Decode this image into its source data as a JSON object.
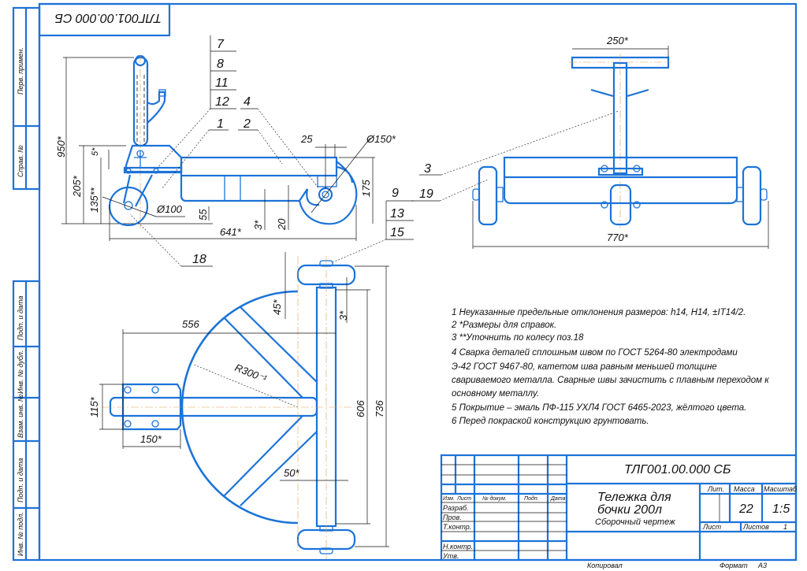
{
  "drawing": {
    "designation": "ТЛГ001.00.000 СБ",
    "designation_rotated": "ТЛГ001.00.000 СБ",
    "accent_color": "#1c73d8"
  },
  "side_strip": {
    "top": [
      "Перв. примен.",
      "Справ. №"
    ],
    "bottom": [
      "Подп. и дата",
      "Инв. № дубл.",
      "Взам. инв. №",
      "Подп. и дата",
      "Инв. № подл."
    ]
  },
  "side_view": {
    "positions": [
      "7",
      "8",
      "11",
      "12",
      "4",
      "1",
      "2",
      "9",
      "13",
      "15",
      "18"
    ],
    "dimensions": {
      "height_total": "950*",
      "height_plate": "205*",
      "height_wheel": "135**",
      "gap": "5*",
      "wheel_diameter": "Ø100",
      "clearance": "55",
      "length": "641*",
      "offset": "3*",
      "hook": "20",
      "pin": "25",
      "hook_diameter": "Ø150*",
      "frame_height": "175"
    }
  },
  "front_view": {
    "positions": [
      "3",
      "19"
    ],
    "dimensions": {
      "handle_width": "250*",
      "track_width": "770*"
    }
  },
  "top_view": {
    "dimensions": {
      "reach": "556",
      "plate_width": "115*",
      "plate_length": "150*",
      "radius": "R300⁻¹",
      "angle": "45*",
      "offset": "3*",
      "axle_length": "606",
      "overall_width": "736",
      "tube": "50*"
    }
  },
  "notes": [
    "1 Неуказанные предельные отклонения размеров: h14, H14, ±IT14/2.",
    "2  *Размеры для справок.",
    "3  **Уточнить по колесу поз.18",
    "4 Сварка деталей   сплошным швом по ГОСТ 5264-80 электродами",
    "Э-42  ГОСТ  9467-80,  катетом  шва  равным  меньшей  толщине",
    "свариваемого металла. Сварные швы зачистить с плавным переходом к",
    "основному металлу.",
    "5 Покрытие – эмаль ПФ-115 УХЛ4 ГОСТ 6465-2023, жёлтого цвета.",
    "6 Перед покраской конструкцию грунтовать."
  ],
  "title_block": {
    "designation": "ТЛГ001.00.000 СБ",
    "name_line1": "Тележка для",
    "name_line2": "бочки 200л",
    "doc_type": "Сборочный чертеж",
    "headers": [
      "Изм.",
      "Лист",
      "№ докум.",
      "Подп.",
      "Дата"
    ],
    "roles": [
      "Разраб.",
      "Пров.",
      "Т.контр.",
      "Н.контр.",
      "Утв."
    ],
    "lit_label": "Лит.",
    "mass_label": "Масса",
    "scale_label": "Масштаб",
    "mass": "22",
    "scale": "1:5",
    "sheet_label": "Лист",
    "sheets_label": "Листов",
    "sheets": "1",
    "copied": "Копировал",
    "format_label": "Формат",
    "format": "А3"
  }
}
